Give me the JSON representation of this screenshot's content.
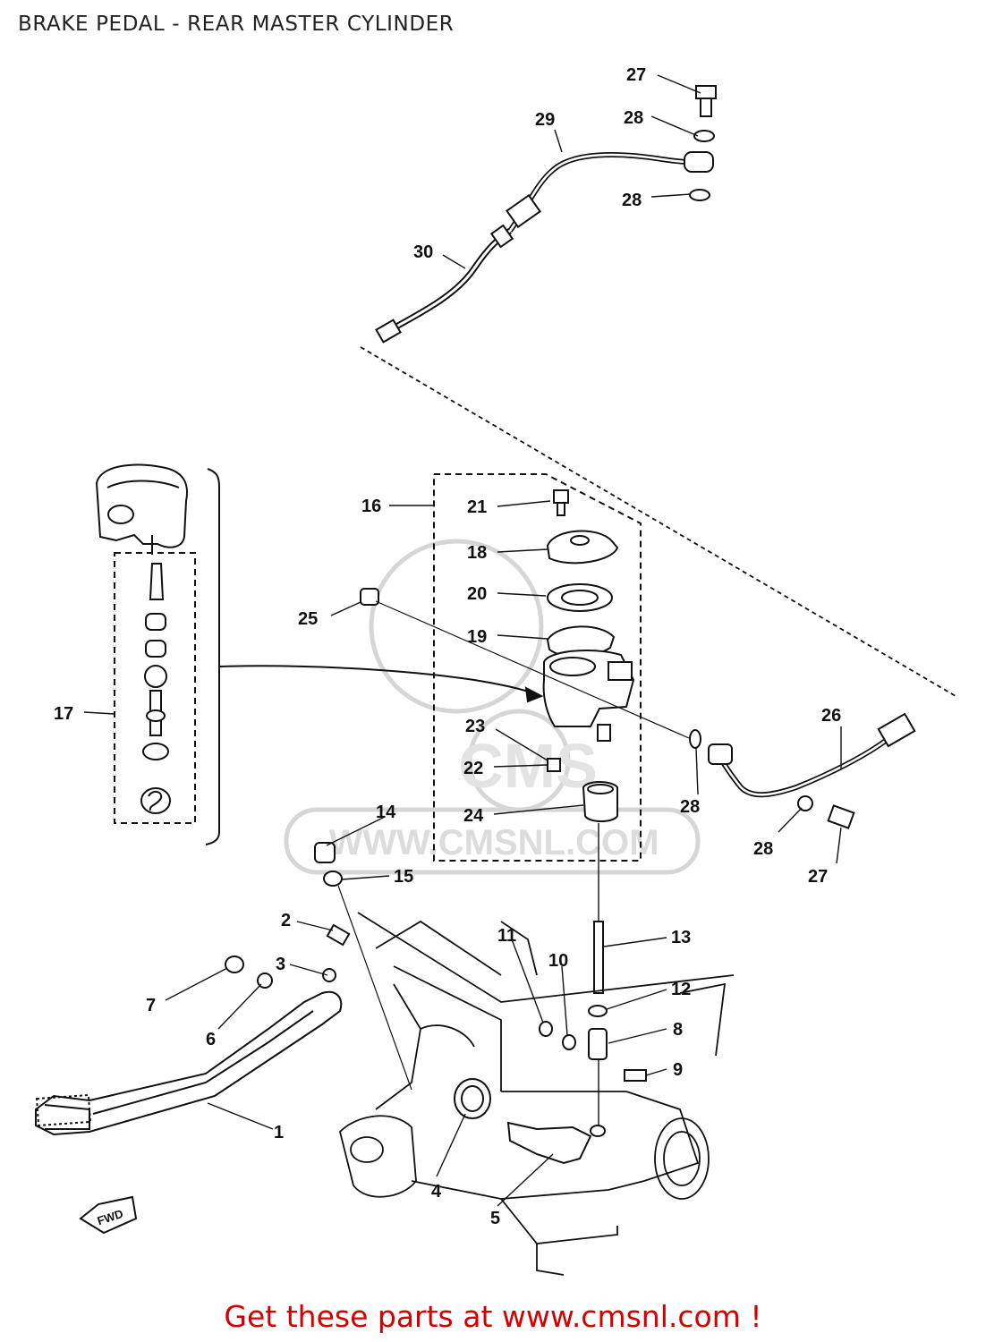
{
  "title": "BRAKE PEDAL - REAR MASTER CYLINDER",
  "watermark": {
    "text": "WWW.CMSNL.COM",
    "logo": "CMS"
  },
  "footer": {
    "promo": "Get these parts at www.cmsnl.com !"
  },
  "diagram": {
    "fwd_marker": "FWD",
    "callouts": [
      {
        "id": "c1",
        "text": "1"
      },
      {
        "id": "c2",
        "text": "2"
      },
      {
        "id": "c3",
        "text": "3"
      },
      {
        "id": "c4",
        "text": "4"
      },
      {
        "id": "c5",
        "text": "5"
      },
      {
        "id": "c6",
        "text": "6"
      },
      {
        "id": "c7",
        "text": "7"
      },
      {
        "id": "c8",
        "text": "8"
      },
      {
        "id": "c9",
        "text": "9"
      },
      {
        "id": "c10",
        "text": "10"
      },
      {
        "id": "c11",
        "text": "11"
      },
      {
        "id": "c12",
        "text": "12"
      },
      {
        "id": "c13",
        "text": "13"
      },
      {
        "id": "c14",
        "text": "14"
      },
      {
        "id": "c15",
        "text": "15"
      },
      {
        "id": "c16",
        "text": "16"
      },
      {
        "id": "c17",
        "text": "17"
      },
      {
        "id": "c18",
        "text": "18"
      },
      {
        "id": "c19",
        "text": "19"
      },
      {
        "id": "c20",
        "text": "20"
      },
      {
        "id": "c21",
        "text": "21"
      },
      {
        "id": "c22",
        "text": "22"
      },
      {
        "id": "c23",
        "text": "23"
      },
      {
        "id": "c24",
        "text": "24"
      },
      {
        "id": "c25",
        "text": "25"
      },
      {
        "id": "c26",
        "text": "26"
      },
      {
        "id": "c27a",
        "text": "27"
      },
      {
        "id": "c27b",
        "text": "27"
      },
      {
        "id": "c28a",
        "text": "28"
      },
      {
        "id": "c28b",
        "text": "28"
      },
      {
        "id": "c28c",
        "text": "28"
      },
      {
        "id": "c28d",
        "text": "28"
      },
      {
        "id": "c29",
        "text": "29"
      },
      {
        "id": "c30",
        "text": "30"
      }
    ]
  },
  "colors": {
    "ink": "#111111",
    "promo": "#d40000",
    "watermark": "#d6d6d6"
  }
}
